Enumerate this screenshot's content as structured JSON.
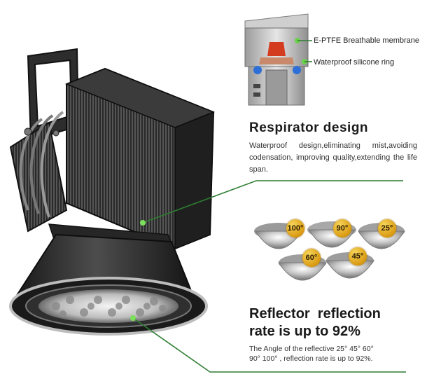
{
  "callouts": {
    "membrane": "E-PTFE Breathable membrane",
    "ring": "Waterproof silicone ring"
  },
  "respirator": {
    "title": "Respirator design",
    "description": "Waterproof design,eliminating mist,avoiding codensation, improving quality,extending the life span."
  },
  "reflector": {
    "title_line1": "Reflector  reflection",
    "title_line2": "rate is up to 92%",
    "description_line1": "The Angle of the reflective 25° 45° 60°",
    "description_line2": "90° 100° , reflection rate is up to 92%."
  },
  "angles": [
    "100°",
    "90°",
    "25°",
    "60°",
    "45°"
  ],
  "colors": {
    "leader_line": "#2e7d32",
    "badge": "#e0a41c",
    "lamp_body": "#2b2b2b"
  }
}
